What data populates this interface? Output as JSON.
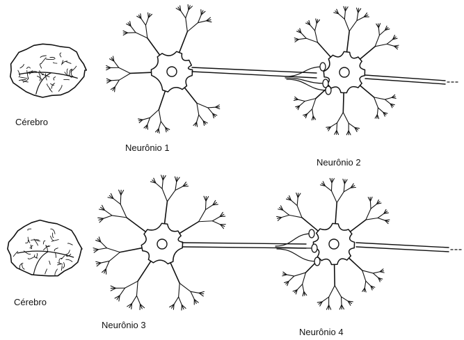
{
  "labels": {
    "brain_top": "Cérebro",
    "brain_bottom": "Cérebro",
    "neuron1": "Neurônio 1",
    "neuron2": "Neurônio 2",
    "neuron3": "Neurônio 3",
    "neuron4": "Neurônio 4"
  },
  "colors": {
    "ink": "#111111",
    "paper": "#ffffff"
  }
}
